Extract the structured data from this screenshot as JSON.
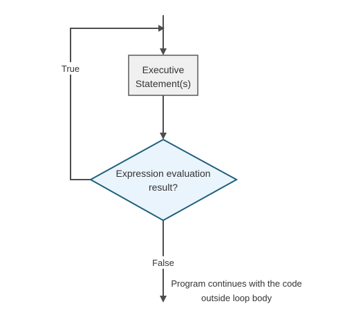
{
  "diagram": {
    "process_node": {
      "line1": "Executive",
      "line2": "Statement(s)",
      "fill": "#f0f0f0",
      "stroke": "#595959"
    },
    "decision_node": {
      "line1": "Expression evaluation",
      "line2": "result?",
      "fill": "#eaf4fc",
      "stroke": "#1e5f7a"
    },
    "edges": {
      "true_label": "True",
      "false_label": "False"
    },
    "exit_note": {
      "line1": "Program continues with the code",
      "line2": "outside loop body"
    }
  }
}
